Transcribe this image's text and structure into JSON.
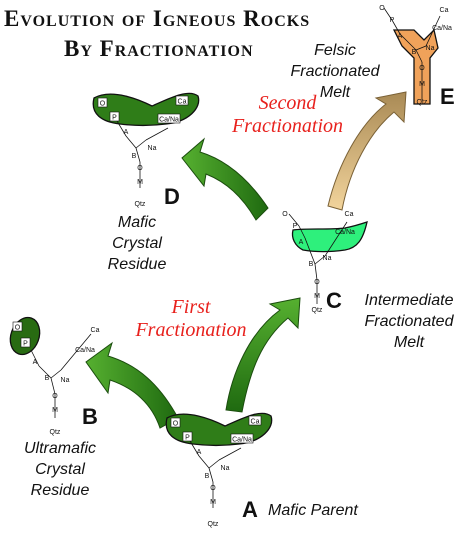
{
  "title": {
    "line1": "Evolution of Igneous Rocks",
    "line2": "By Fractionation"
  },
  "fractionations": [
    {
      "line1": "First",
      "line2": "Fractionation"
    },
    {
      "line1": "Second",
      "line2": "Fractionation"
    }
  ],
  "stages": [
    {
      "letter": "A",
      "caption": "Mafic Parent"
    },
    {
      "letter": "B",
      "caption_lines": [
        "Ultramafic",
        "Crystal",
        "Residue"
      ]
    },
    {
      "letter": "C",
      "caption_lines": [
        "Intermediate",
        "Fractionated",
        "Melt"
      ]
    },
    {
      "letter": "D",
      "caption_lines": [
        "Mafic",
        "Crystal",
        "Residue"
      ]
    },
    {
      "letter": "E",
      "caption_lines": [
        "Felsic",
        "Fractionated",
        "Melt"
      ]
    }
  ],
  "mineral_labels": {
    "o": "O",
    "p": "P",
    "a": "A",
    "b": "B",
    "na": "Na",
    "m": "M",
    "qtz": "Qtz",
    "ca": "Ca",
    "cana": "Ca/Na"
  },
  "colors": {
    "mafic": "#2f7d18",
    "ultramafic": "#286b12",
    "intermediate": "#2ef07c",
    "felsic": "#f0a25a",
    "arrow_green": "#2f8e1e",
    "arrow_tan": "#c9a86a",
    "fractionation_text": "#e8211d"
  }
}
